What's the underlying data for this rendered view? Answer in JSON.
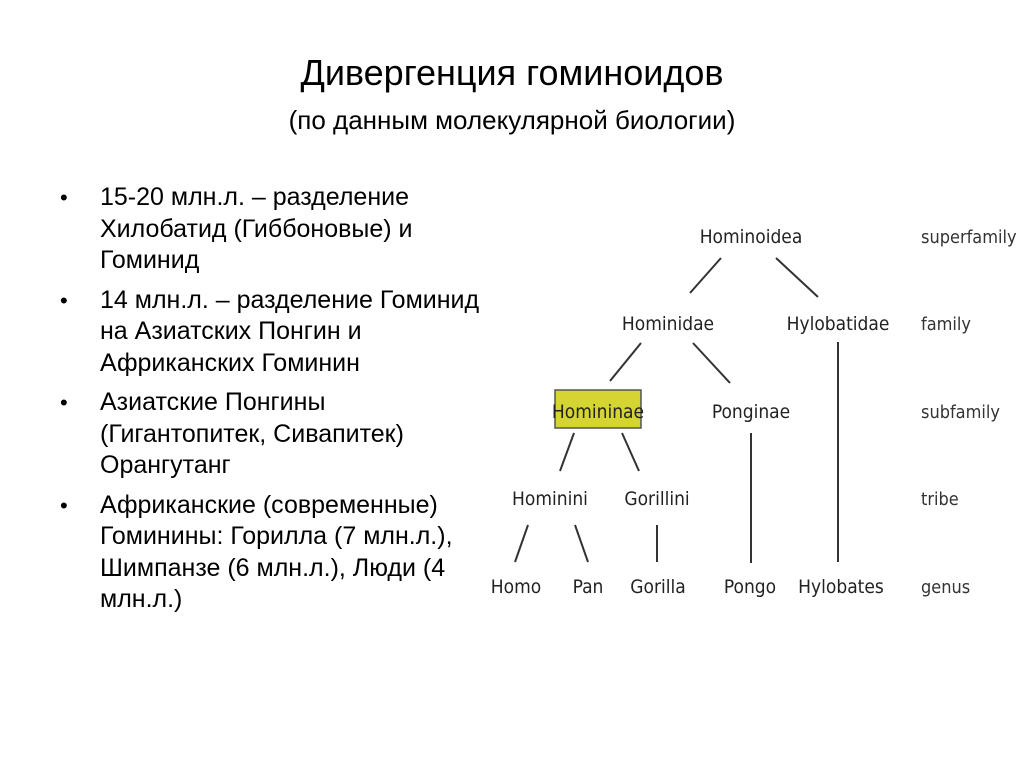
{
  "title": "Дивергенция гоминоидов",
  "subtitle": "(по данным молекулярной биологии)",
  "bullets": [
    "15-20 млн.л. – разделение Хилобатид (Гиббоновые) и Гоминид",
    "14 млн.л. – разделение Гоминид на Азиатских Понгин и Африканских Гоминин",
    "Азиатские Понгины (Гигантопитек, Сивапитек) Орангутанг",
    "Африканские (современные) Гоминины: Горилла (7 млн.л.), Шимпанзе (6 млн.л.), Люди (4 млн.л.)"
  ],
  "bullet_symbol": "•",
  "tree": {
    "nodes": {
      "hominoidea": "Hominoidea",
      "hominidae": "Hominidae",
      "hylobatidae": "Hylobatidae",
      "homininae": "Homininae",
      "ponginae": "Ponginae",
      "hominini": "Hominini",
      "gorillini": "Gorillini",
      "homo": "Homo",
      "pan": "Pan",
      "gorilla": "Gorilla",
      "pongo": "Pongo",
      "hylobates": "Hylobates"
    },
    "ranks": {
      "superfamily": "superfamily",
      "family": "family",
      "subfamily": "subfamily",
      "tribe": "tribe",
      "genus": "genus"
    },
    "highlight_node": "homininae",
    "highlight_color": "#d4d432"
  }
}
